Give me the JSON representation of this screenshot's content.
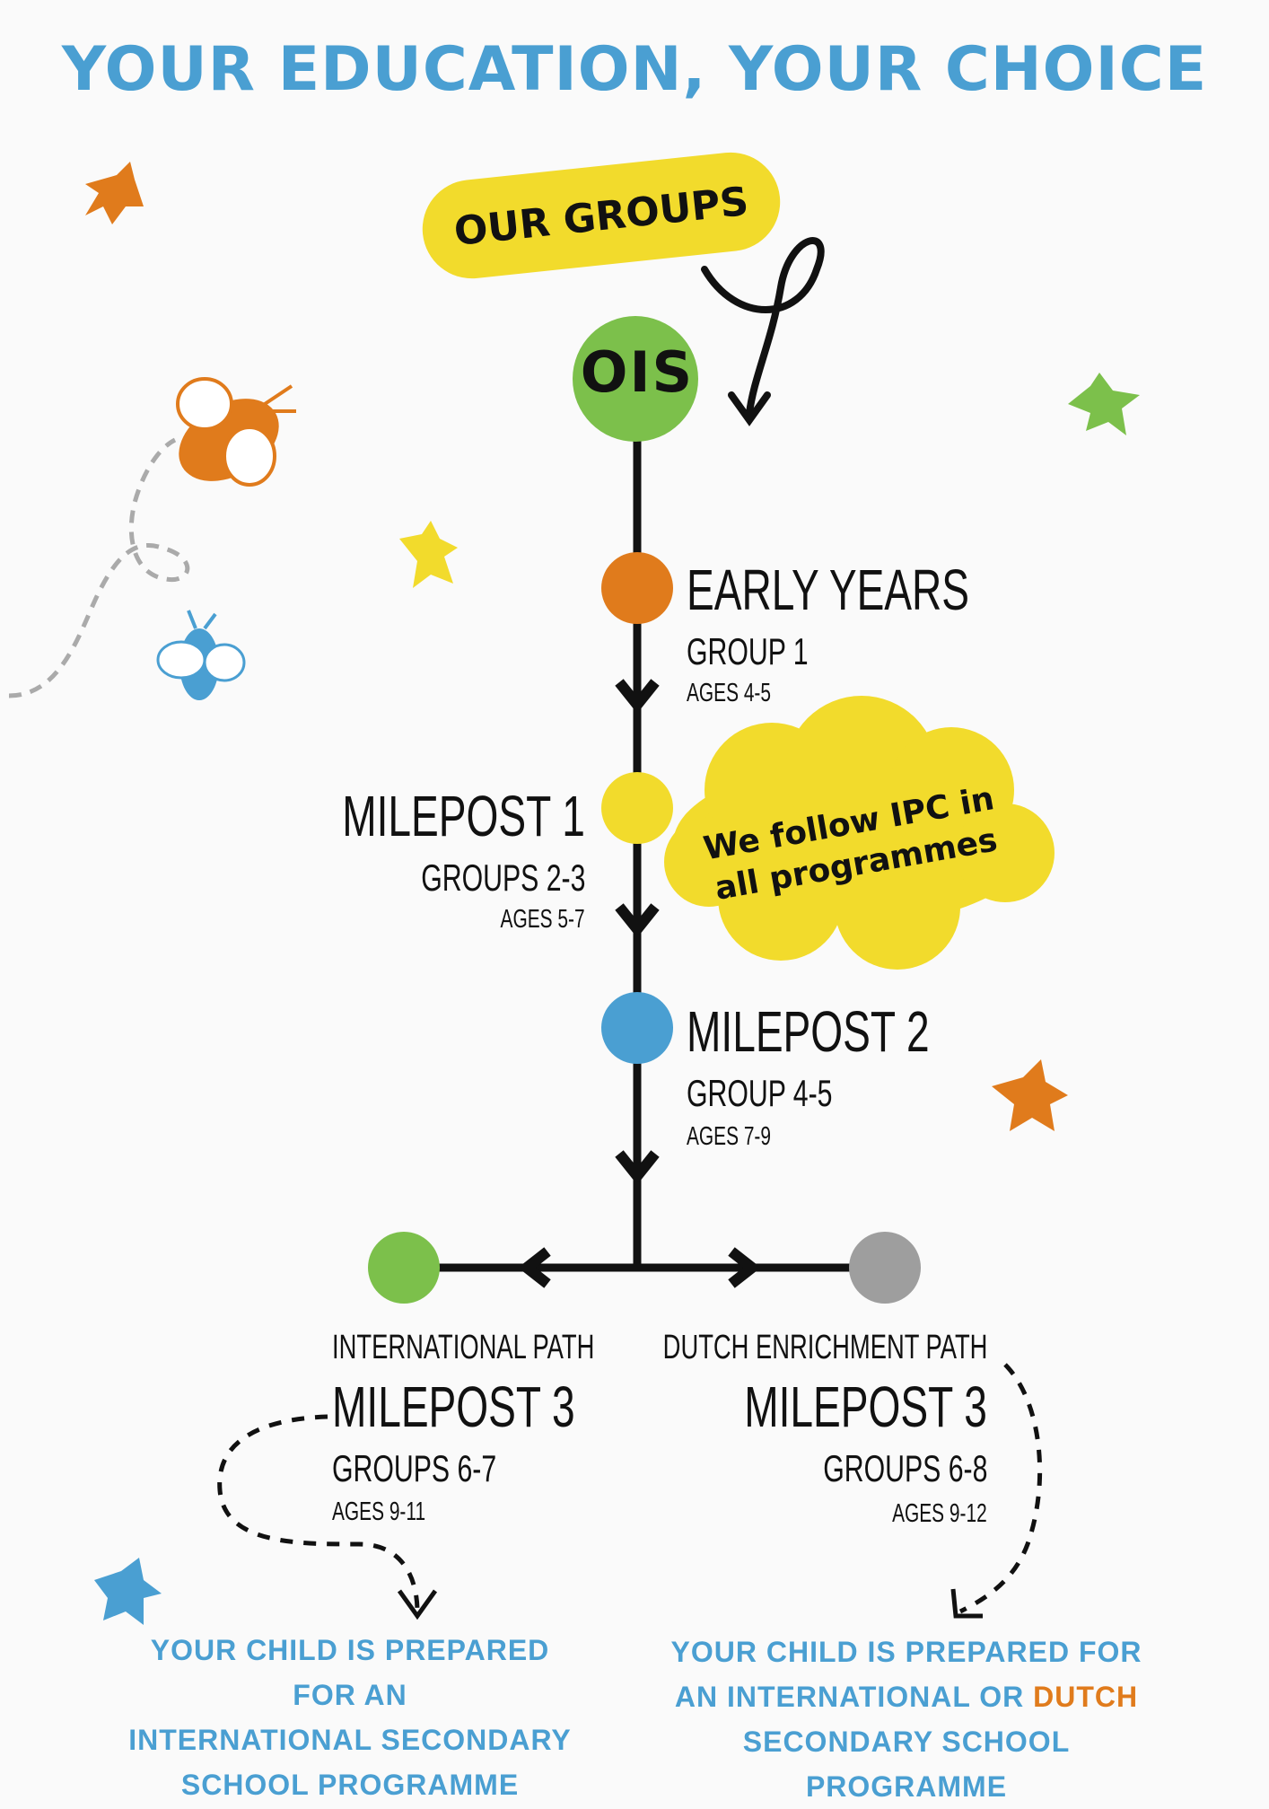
{
  "title": "YOUR EDUCATION, YOUR CHOICE",
  "badge": "OUR GROUPS",
  "root": "OIS",
  "callout": {
    "line1": "We follow IPC in",
    "line2": "all programmes"
  },
  "stages": {
    "early_years": {
      "name": "EARLY YEARS",
      "groups": "GROUP 1",
      "ages": "AGES 4-5",
      "color": "#e07b1c"
    },
    "milepost1": {
      "name": "MILEPOST 1",
      "groups": "GROUPS 2-3",
      "ages": "AGES 5-7",
      "color": "#f2db2c"
    },
    "milepost2": {
      "name": "MILEPOST 2",
      "groups": "GROUP 4-5",
      "ages": "AGES 7-9",
      "color": "#4a9fd2"
    }
  },
  "paths": {
    "international": {
      "path": "INTERNATIONAL PATH",
      "name": "MILEPOST 3",
      "groups": "GROUPS 6-7",
      "ages": "AGES 9-11",
      "color": "#7cc04b",
      "note": [
        "YOUR CHILD IS PREPARED FOR AN",
        "INTERNATIONAL SECONDARY",
        "SCHOOL PROGRAMME"
      ]
    },
    "dutch": {
      "path": "DUTCH ENRICHMENT PATH",
      "name": "MILEPOST 3",
      "groups": "GROUPS 6-8",
      "ages": "AGES 9-12",
      "color": "#9e9e9e",
      "note_line1": "YOUR CHILD IS PREPARED FOR",
      "note_line2_a": "AN INTERNATIONAL OR ",
      "note_line2_b": "DUTCH",
      "note_line3": "SECONDARY SCHOOL PROGRAMME"
    }
  },
  "colors": {
    "title": "#4a9fd2",
    "line": "#111111",
    "ois": "#7cc04b",
    "orange": "#e07b1c",
    "yellow": "#f2db2c",
    "blue": "#4a9fd2",
    "green": "#7cc04b"
  }
}
